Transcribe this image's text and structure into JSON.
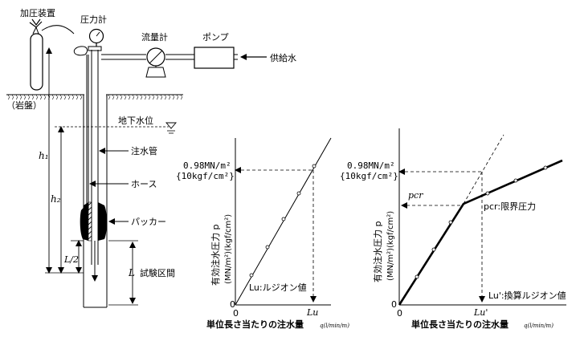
{
  "apparatus": {
    "pressurizer": "加圧装置",
    "pressure_gauge": "圧力計",
    "flow_meter": "流量計",
    "pump": "ポンプ",
    "water_supply": "供給水",
    "bedrock": "（岩盤）",
    "groundwater_level": "地下水位",
    "injection_pipe": "注水管",
    "hose": "ホース",
    "packer": "パッカー",
    "test_section": "試験区間",
    "h1": "h₁",
    "h2": "h₂",
    "half_L": "L/2",
    "L": "L"
  },
  "chart_left": {
    "y_label_jp": "有効注水圧力 p",
    "y_label_unit": "(MN/m²)(kgf/cm²)",
    "x_label_jp": "単位長さ当たりの注水量",
    "x_label_unit": "q(l/min/m)",
    "ref_pressure_1": "0.98MN/m²",
    "ref_pressure_2": "{10kgf/cm²}",
    "origin_y": "0",
    "origin_x": "0",
    "x_mark": "Lu",
    "annotation": "Lu:ルジオン値"
  },
  "chart_right": {
    "y_label_jp": "有効注水圧力 p",
    "y_label_unit": "(MN/m²)(kgf/cm²)",
    "x_label_jp": "単位長さ当たりの注水量",
    "x_label_unit": "q(l/min/m)",
    "ref_pressure_1": "0.98MN/m²",
    "ref_pressure_2": "{10kgf/cm²}",
    "pcr_left": "pcr",
    "pcr_annotation": "pcr:限界圧力",
    "origin_y": "0",
    "origin_x": "0",
    "x_mark": "Lu'",
    "annotation": "Lu':換算ルジオン値"
  },
  "colors": {
    "line": "#000000",
    "background": "#ffffff"
  }
}
